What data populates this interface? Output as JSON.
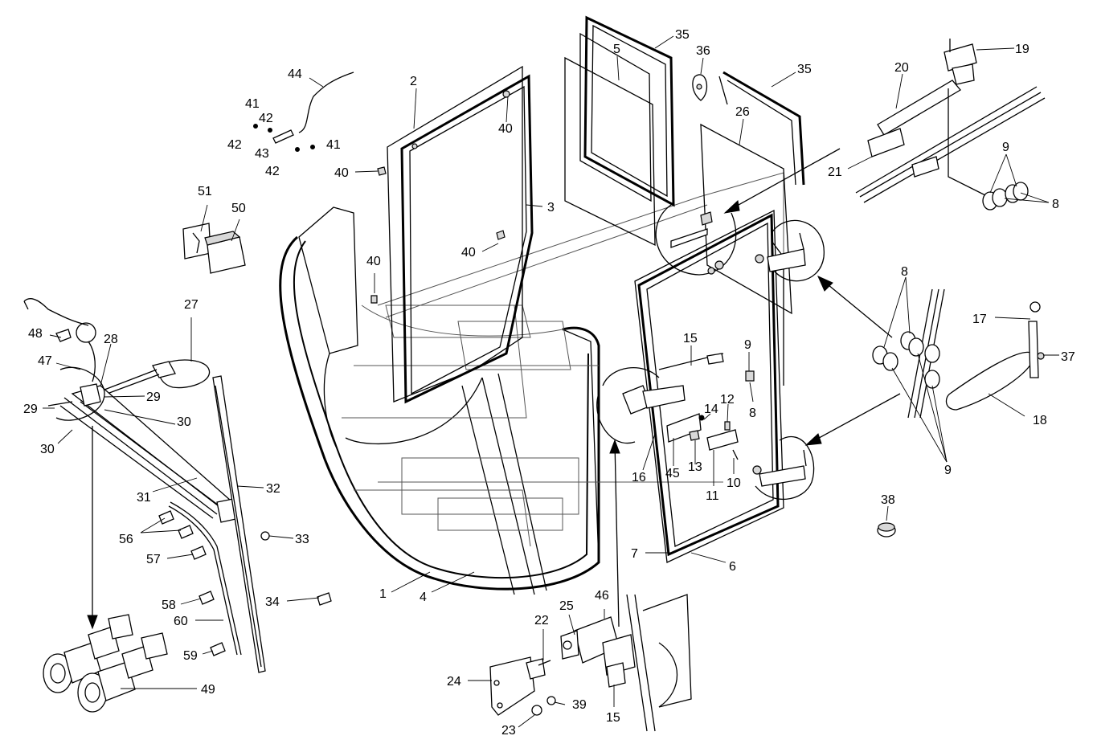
{
  "diagram": {
    "callouts": [
      {
        "id": "c1",
        "text": "1"
      },
      {
        "id": "c2",
        "text": "2"
      },
      {
        "id": "c3",
        "text": "3"
      },
      {
        "id": "c4",
        "text": "4"
      },
      {
        "id": "c5",
        "text": "5"
      },
      {
        "id": "c6",
        "text": "6"
      },
      {
        "id": "c7",
        "text": "7"
      },
      {
        "id": "c8a",
        "text": "8"
      },
      {
        "id": "c8b",
        "text": "8"
      },
      {
        "id": "c8c",
        "text": "8"
      },
      {
        "id": "c9a",
        "text": "9"
      },
      {
        "id": "c9b",
        "text": "9"
      },
      {
        "id": "c9c",
        "text": "9"
      },
      {
        "id": "c10",
        "text": "10"
      },
      {
        "id": "c11",
        "text": "11"
      },
      {
        "id": "c12",
        "text": "12"
      },
      {
        "id": "c13",
        "text": "13"
      },
      {
        "id": "c14",
        "text": "14"
      },
      {
        "id": "c15a",
        "text": "15"
      },
      {
        "id": "c15b",
        "text": "15"
      },
      {
        "id": "c16",
        "text": "16"
      },
      {
        "id": "c17",
        "text": "17"
      },
      {
        "id": "c18",
        "text": "18"
      },
      {
        "id": "c19",
        "text": "19"
      },
      {
        "id": "c20",
        "text": "20"
      },
      {
        "id": "c21",
        "text": "21"
      },
      {
        "id": "c22",
        "text": "22"
      },
      {
        "id": "c23",
        "text": "23"
      },
      {
        "id": "c24",
        "text": "24"
      },
      {
        "id": "c25",
        "text": "25"
      },
      {
        "id": "c26",
        "text": "26"
      },
      {
        "id": "c27",
        "text": "27"
      },
      {
        "id": "c28",
        "text": "28"
      },
      {
        "id": "c29a",
        "text": "29"
      },
      {
        "id": "c29b",
        "text": "29"
      },
      {
        "id": "c30a",
        "text": "30"
      },
      {
        "id": "c30b",
        "text": "30"
      },
      {
        "id": "c31",
        "text": "31"
      },
      {
        "id": "c32",
        "text": "32"
      },
      {
        "id": "c33",
        "text": "33"
      },
      {
        "id": "c34",
        "text": "34"
      },
      {
        "id": "c35a",
        "text": "35"
      },
      {
        "id": "c35b",
        "text": "35"
      },
      {
        "id": "c36",
        "text": "36"
      },
      {
        "id": "c37",
        "text": "37"
      },
      {
        "id": "c38",
        "text": "38"
      },
      {
        "id": "c39",
        "text": "39"
      },
      {
        "id": "c40a",
        "text": "40"
      },
      {
        "id": "c40b",
        "text": "40"
      },
      {
        "id": "c40c",
        "text": "40"
      },
      {
        "id": "c40d",
        "text": "40"
      },
      {
        "id": "c41a",
        "text": "41"
      },
      {
        "id": "c41b",
        "text": "41"
      },
      {
        "id": "c42a",
        "text": "42"
      },
      {
        "id": "c42b",
        "text": "42"
      },
      {
        "id": "c42c",
        "text": "42"
      },
      {
        "id": "c43",
        "text": "43"
      },
      {
        "id": "c44",
        "text": "44"
      },
      {
        "id": "c45",
        "text": "45"
      },
      {
        "id": "c46",
        "text": "46"
      },
      {
        "id": "c47",
        "text": "47"
      },
      {
        "id": "c48",
        "text": "48"
      },
      {
        "id": "c49",
        "text": "49"
      },
      {
        "id": "c50",
        "text": "50"
      },
      {
        "id": "c51",
        "text": "51"
      },
      {
        "id": "c56",
        "text": "56"
      },
      {
        "id": "c57",
        "text": "57"
      },
      {
        "id": "c58",
        "text": "58"
      },
      {
        "id": "c59",
        "text": "59"
      },
      {
        "id": "c60",
        "text": "60"
      }
    ]
  }
}
